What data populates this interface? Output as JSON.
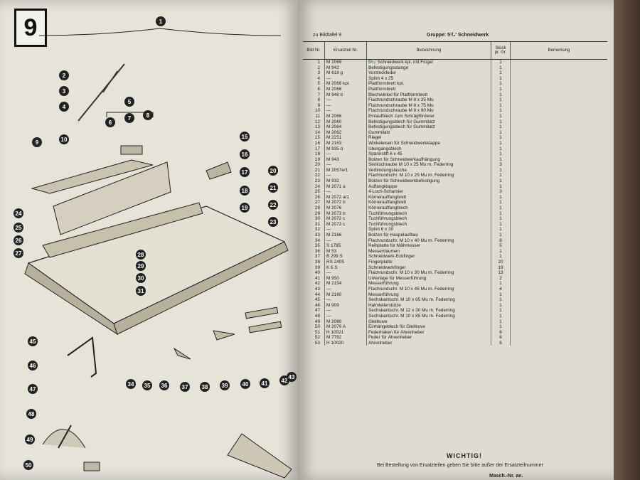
{
  "plate_number": "9",
  "callouts": [
    "1",
    "2",
    "3",
    "4",
    "5",
    "6",
    "7",
    "8",
    "9",
    "10",
    "15",
    "16",
    "17",
    "18",
    "19",
    "20",
    "21",
    "22",
    "23",
    "24",
    "25",
    "26",
    "27",
    "28",
    "29",
    "30",
    "31",
    "34",
    "35",
    "36",
    "37",
    "38",
    "39",
    "40",
    "41",
    "42",
    "43",
    "45",
    "46",
    "47",
    "48",
    "49",
    "50"
  ],
  "header": {
    "left": "zu Bildtafel 9",
    "right": "Gruppe: 5¹/₂' Schneidwerk"
  },
  "columns": {
    "bild": "Bild Nr.",
    "ersatzteil": "Ersatzteil Nr.",
    "bezeichnung": "Bezeichnung",
    "stueck": "Stück pr. Gr.",
    "bemerkung": "Bemerkung"
  },
  "rows": [
    {
      "nr": "1",
      "part": "M 2069",
      "desc": "5¹/₂' Schneidwerk kpl. mit Finger",
      "qty": "1"
    },
    {
      "nr": "2",
      "part": "M 942",
      "desc": "Befestigungsstange",
      "qty": "1"
    },
    {
      "nr": "3",
      "part": "M 618 g",
      "desc": "Vorsteckfeder",
      "qty": "1"
    },
    {
      "nr": "4",
      "part": "—",
      "desc": "Splint 4 x 25",
      "qty": "1"
    },
    {
      "nr": "5",
      "part": "M 2068 kpl.",
      "desc": "Plattformbrett kpl.",
      "qty": "1"
    },
    {
      "nr": "6",
      "part": "M 2068",
      "desc": "Plattformbrett",
      "qty": "1"
    },
    {
      "nr": "7",
      "part": "M 946 b",
      "desc": "Blechwinkel für Plattformbrett",
      "qty": "1"
    },
    {
      "nr": "8",
      "part": "—",
      "desc": "Flachrundschraube M 8 x 35 Mu",
      "qty": "1"
    },
    {
      "nr": "9",
      "part": "—",
      "desc": "Flachrundschraube M 8 x 75 Mu",
      "qty": "1"
    },
    {
      "nr": "10",
      "part": "—",
      "desc": "Flachrundschraube M 8 x 90 Mu",
      "qty": "1"
    },
    {
      "nr": "11",
      "part": "M 2066",
      "desc": "Einlaufblech zum Schrägförderer",
      "qty": "1"
    },
    {
      "nr": "12",
      "part": "M 2060",
      "desc": "Befestigungsblech für Gummilatz",
      "qty": "1"
    },
    {
      "nr": "13",
      "part": "M 2064",
      "desc": "Befestigungsblech für Gummilatz",
      "qty": "1"
    },
    {
      "nr": "14",
      "part": "M 2062",
      "desc": "Gummilatz",
      "qty": "1"
    },
    {
      "nr": "15",
      "part": "M 2251",
      "desc": "Riegel",
      "qty": "1"
    },
    {
      "nr": "16",
      "part": "M 2163",
      "desc": "Winkeleisen für Schneidwerkklappe",
      "qty": "1"
    },
    {
      "nr": "17",
      "part": "M 935 d",
      "desc": "Übergangsblech",
      "qty": "1"
    },
    {
      "nr": "18",
      "part": "—",
      "desc": "Spannstift 6 x 45",
      "qty": "1"
    },
    {
      "nr": "19",
      "part": "M 943",
      "desc": "Bolzen für Schneidwerkaufhängung",
      "qty": "1"
    },
    {
      "nr": "20",
      "part": "—",
      "desc": "Senkschraube M 10 x 25 Mu m. Federring",
      "qty": "3"
    },
    {
      "nr": "21",
      "part": "M 2057e/1",
      "desc": "Verbindungslasche",
      "qty": "1"
    },
    {
      "nr": "22",
      "part": "—",
      "desc": "Flachrundschr. M 10 x 25 Mu m. Federring",
      "qty": "1"
    },
    {
      "nr": "23",
      "part": "M 932",
      "desc": "Bolzen für Schneidwerkbefestigung",
      "qty": "1"
    },
    {
      "nr": "24",
      "part": "M 2071 a",
      "desc": "Auffangklappe",
      "qty": "1"
    },
    {
      "nr": "25",
      "part": "—",
      "desc": "4-Loch-Scharnier",
      "qty": "3"
    },
    {
      "nr": "26",
      "part": "M 2072 a/1",
      "desc": "Körnerauffangbrett",
      "qty": "1"
    },
    {
      "nr": "27",
      "part": "M 2072 b",
      "desc": "Körnerauffangbrett",
      "qty": "1"
    },
    {
      "nr": "28",
      "part": "M 2076",
      "desc": "Körnerauffangblech",
      "qty": "1"
    },
    {
      "nr": "29",
      "part": "M 2073 b",
      "desc": "Tuchführungsblech",
      "qty": "1"
    },
    {
      "nr": "30",
      "part": "M 2072 c",
      "desc": "Tuchführungsblech",
      "qty": "1"
    },
    {
      "nr": "31",
      "part": "M 2073 c",
      "desc": "Tuchführungsblech",
      "qty": "1"
    },
    {
      "nr": "32",
      "part": "—",
      "desc": "Splint 6 x 30",
      "qty": "1"
    },
    {
      "nr": "33",
      "part": "M 2166",
      "desc": "Bolzen für Haspelaufbau",
      "qty": "1"
    },
    {
      "nr": "34",
      "part": "—",
      "desc": "Flachrundschr. M 10 x 40 Mu m. Federring",
      "qty": "8"
    },
    {
      "nr": "35",
      "part": "S 1785",
      "desc": "Reibplatte für Mähmesser",
      "qty": "5"
    },
    {
      "nr": "36",
      "part": "M 53",
      "desc": "Messerdaumen",
      "qty": "1"
    },
    {
      "nr": "37",
      "part": "B 299 S",
      "desc": "Schneidwerk-Eckfinger",
      "qty": "1"
    },
    {
      "nr": "38",
      "part": "RS 2405",
      "desc": "Fingerplatte",
      "qty": "20"
    },
    {
      "nr": "39",
      "part": "K 6 S",
      "desc": "Schneidwerkfinger",
      "qty": "19"
    },
    {
      "nr": "40",
      "part": "—",
      "desc": "Flachrundschr. M 10 x 30 Mu m. Federring",
      "qty": "13"
    },
    {
      "nr": "41",
      "part": "M 950",
      "desc": "Unterlage für Messerführung",
      "qty": "2"
    },
    {
      "nr": "42",
      "part": "M 2154",
      "desc": "Messerführung",
      "qty": "1"
    },
    {
      "nr": "43",
      "part": "—",
      "desc": "Flachrundschr. M 10 x 45 Mu m. Federring",
      "qty": "4"
    },
    {
      "nr": "44",
      "part": "M 2160",
      "desc": "Messerführung",
      "qty": "1"
    },
    {
      "nr": "45",
      "part": "—",
      "desc": "Sechskantschr. M 10 x 65 Mu m. Federring",
      "qty": "1"
    },
    {
      "nr": "46",
      "part": "M 909",
      "desc": "Halmteilerstütze",
      "qty": "1"
    },
    {
      "nr": "47",
      "part": "—",
      "desc": "Sechskantschr. M 12 x 30 Mu m. Federring",
      "qty": "1"
    },
    {
      "nr": "48",
      "part": "—",
      "desc": "Sechskantschr. M 10 x 85 Mu m. Federring",
      "qty": "1"
    },
    {
      "nr": "49",
      "part": "M 2080",
      "desc": "Gleitkuve",
      "qty": "1"
    },
    {
      "nr": "50",
      "part": "M 2079 A",
      "desc": "Einhängeblech für Gleitkuve",
      "qty": "1"
    },
    {
      "nr": "51",
      "part": "H 10021",
      "desc": "Federhaken für Ährenheber",
      "qty": "6"
    },
    {
      "nr": "52",
      "part": "M 7782",
      "desc": "Feder für Ährenheber",
      "qty": "6"
    },
    {
      "nr": "53",
      "part": "H 10020",
      "desc": "Ährenheber",
      "qty": "6"
    }
  ],
  "notice": {
    "title": "WICHTIG!",
    "text": "Bei Bestellung von Ersatzteilen geben Sie bitte außer der Ersatzteilnummer",
    "frag": "Masch.-Nr. an."
  }
}
